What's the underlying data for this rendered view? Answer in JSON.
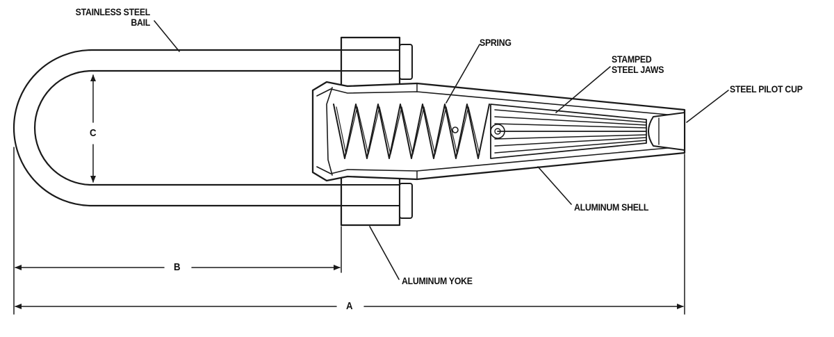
{
  "labels": {
    "stainless_steel_bail_line1": "STAINLESS STEEL",
    "stainless_steel_bail_line2": "BAIL",
    "spring": "SPRING",
    "stamped_steel_jaws_line1": "STAMPED",
    "stamped_steel_jaws_line2": "STEEL JAWS",
    "steel_pilot_cup": "STEEL PILOT CUP",
    "aluminum_shell": "ALUMINUM SHELL",
    "aluminum_yoke": "ALUMINUM YOKE"
  },
  "dimensions": {
    "a": "A",
    "b": "B",
    "c": "C"
  },
  "colors": {
    "stroke": "#1a1a1a",
    "fill": "#ffffff",
    "text": "#111111"
  }
}
